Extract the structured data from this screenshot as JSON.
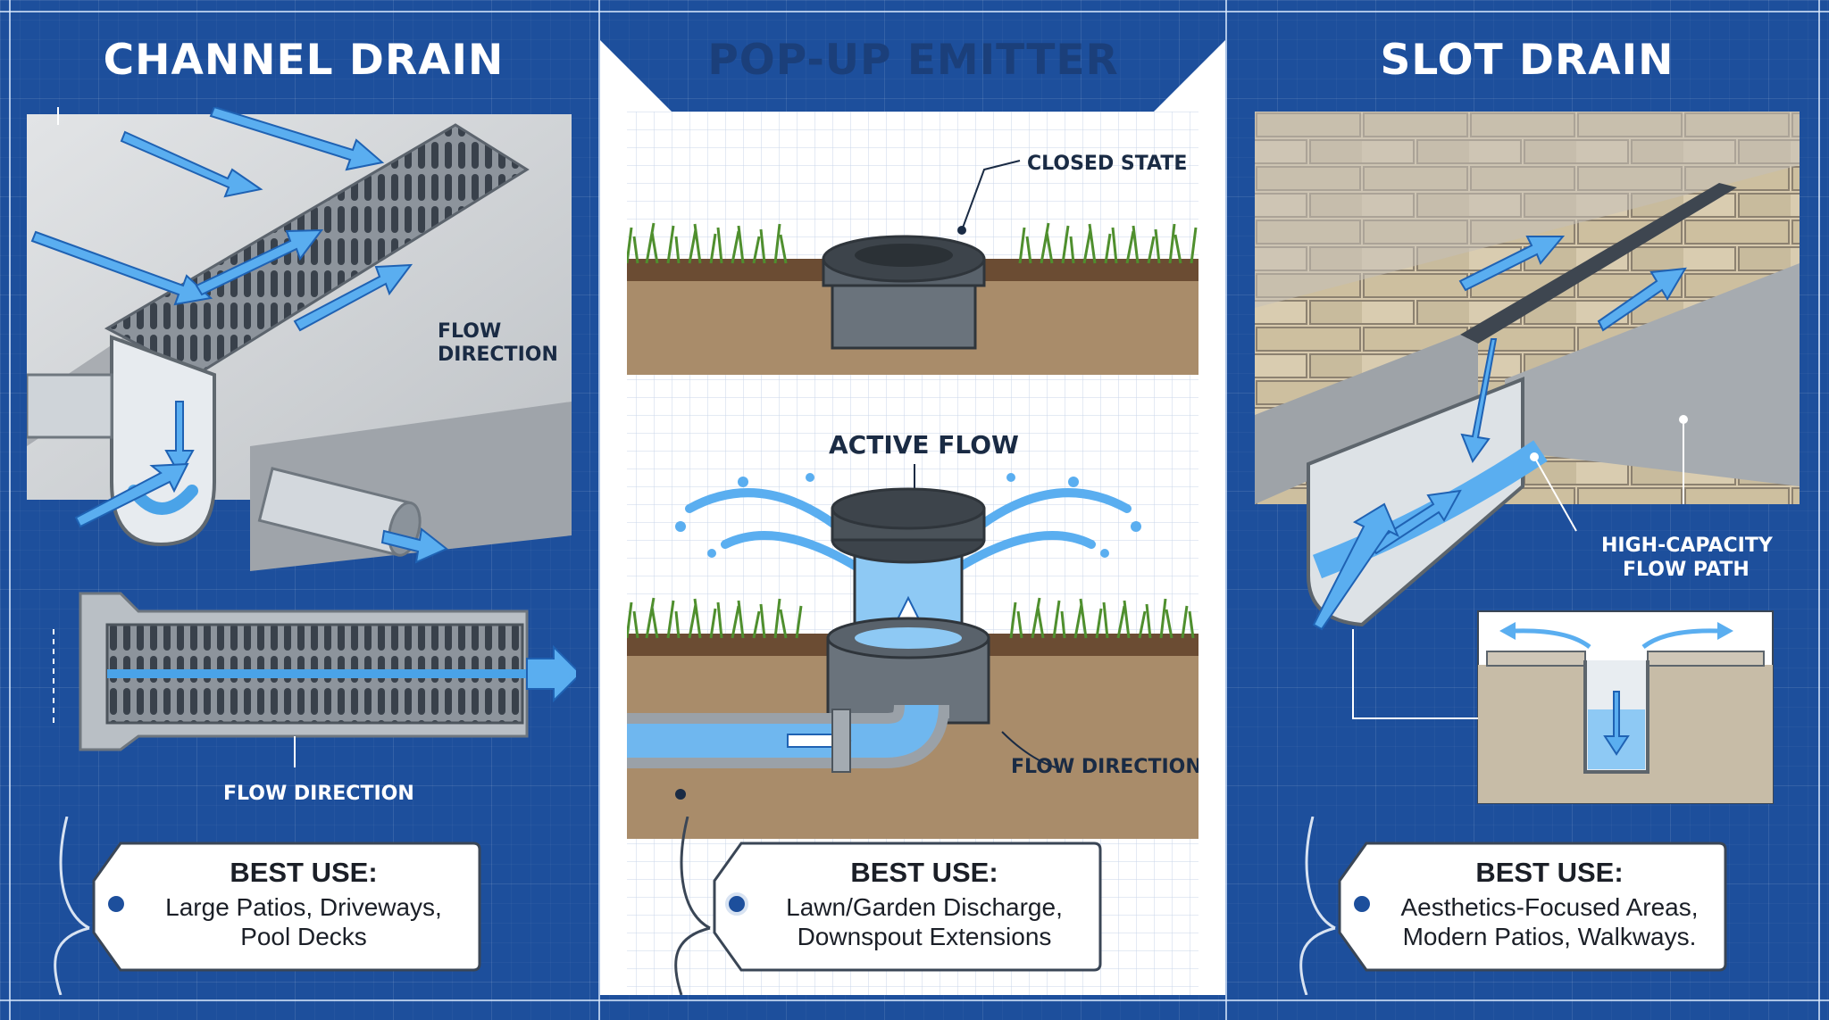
{
  "panels": [
    {
      "title": "CHANNEL DRAIN",
      "labels": {
        "flow_direction_top_1": "FLOW",
        "flow_direction_top_2": "DIRECTION",
        "flow_direction_bottom": "FLOW DIRECTION"
      },
      "best_use": {
        "heading": "BEST USE:",
        "line1": "Large Patios, Driveways,",
        "line2": "Pool Decks"
      }
    },
    {
      "title": "POP-UP EMITTER",
      "labels": {
        "closed_state": "CLOSED STATE",
        "active_flow": "ACTIVE FLOW",
        "flow_direction": "FLOW DIRECTION"
      },
      "best_use": {
        "heading": "BEST USE:",
        "line1": "Lawn/Garden Discharge,",
        "line2": "Downspout Extensions"
      }
    },
    {
      "title": "SLOT DRAIN",
      "labels": {
        "high_capacity_1": "HIGH-CAPACITY",
        "high_capacity_2": "FLOW PATH"
      },
      "best_use": {
        "heading": "BEST USE:",
        "line1": "Aesthetics-Focused Areas,",
        "line2": "Modern Patios, Walkways."
      }
    }
  ],
  "colors": {
    "blueprint": "#1d4f9c",
    "water": "#4aa3e8",
    "concrete": "#c9ccd0",
    "grass": "#4f8f2e",
    "soil": "#a78a68",
    "paver": "#d7c9ad"
  },
  "icons": [
    "grate-icon",
    "flow-arrow-icon",
    "pipe-icon",
    "emitter-icon",
    "tag-icon"
  ]
}
